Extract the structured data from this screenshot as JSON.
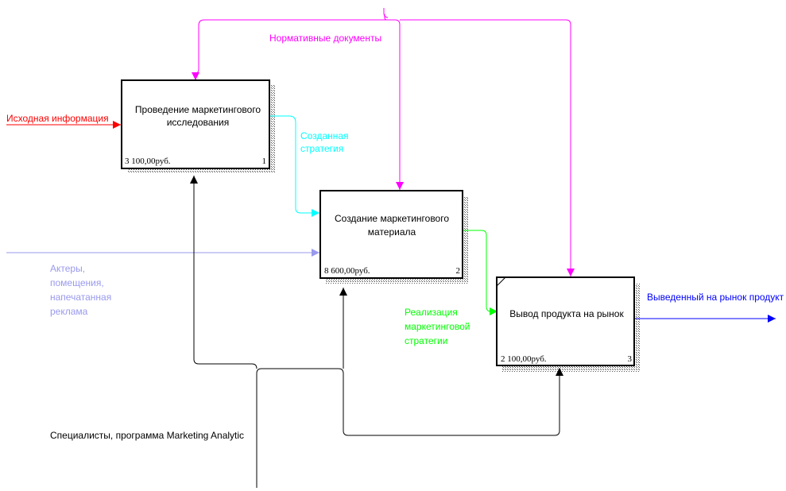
{
  "colors": {
    "box_border": "#000000",
    "shadow": "#808080",
    "input_red": "#ff0000",
    "control_magenta": "#ff00ff",
    "strategy_cyan": "#00ffff",
    "realization_green": "#00ff00",
    "output_blue": "#0000ff",
    "resources_lavender": "#9999ee",
    "mechanism_black": "#000000"
  },
  "boxes": [
    {
      "title_line1": "Проведение маркетингового",
      "title_line2": "исследования",
      "cost": "3 100,00руб.",
      "number": "1"
    },
    {
      "title_line1": "Создание маркетингового",
      "title_line2": "материала",
      "cost": "8 600,00руб.",
      "number": "2"
    },
    {
      "title_line1": "Вывод продукта на рынок",
      "title_line2": "",
      "cost": "2 100,00руб.",
      "number": "3"
    }
  ],
  "arrow_labels": {
    "input": "Исходная информация",
    "control": "Нормативные документы",
    "strategy_line1": "Созданная",
    "strategy_line2": "стратегия",
    "resources_line1": "Актеры,",
    "resources_line2": "помещения,",
    "resources_line3": "напечатанная",
    "resources_line4": "реклама",
    "realization_line1": "Реализация",
    "realization_line2": "маркетинговой",
    "realization_line3": "стратегии",
    "output": "Выведенный на рынок продукт",
    "mechanism": "Специалисты, программа Marketing Analytic"
  }
}
